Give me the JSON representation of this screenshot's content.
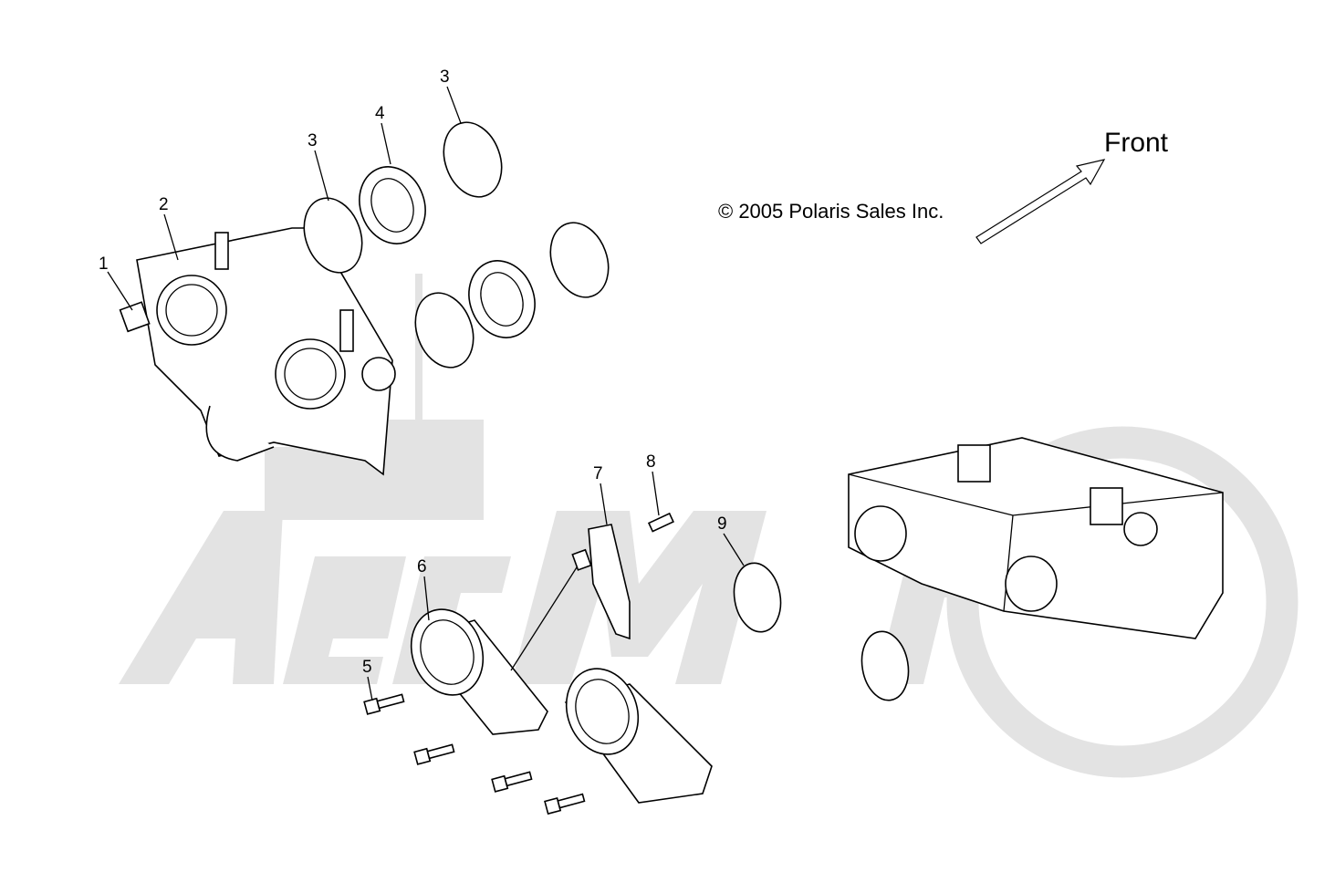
{
  "watermark": "AerMoto",
  "copyright": "© 2005 Polaris Sales Inc.",
  "direction_label": "Front",
  "callouts": [
    {
      "label": "1",
      "part": "throttle-position-sensor"
    },
    {
      "label": "2",
      "part": "throttle-body"
    },
    {
      "label": "3",
      "part": "clamp"
    },
    {
      "label": "3",
      "part": "clamp"
    },
    {
      "label": "4",
      "part": "intake-boot"
    },
    {
      "label": "5",
      "part": "screw"
    },
    {
      "label": "6",
      "part": "intake-manifold"
    },
    {
      "label": "7",
      "part": "map-sensor"
    },
    {
      "label": "8",
      "part": "temperature-sensor"
    },
    {
      "label": "9",
      "part": "o-ring"
    }
  ]
}
